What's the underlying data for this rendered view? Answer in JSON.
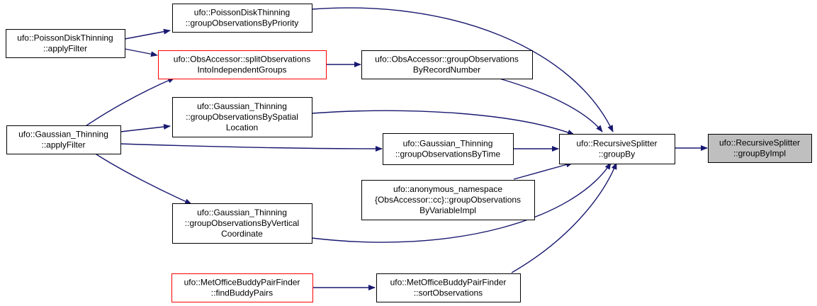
{
  "colors": {
    "edge": "#191970",
    "node_border": "#000000",
    "highlight_border": "#ff0000",
    "focus_fill": "#bfbfbf",
    "node_fill": "#ffffff"
  },
  "nodes": [
    {
      "id": "pdt_apply",
      "lines": [
        "ufo::PoissonDiskThinning",
        "::applyFilter"
      ],
      "style": "normal"
    },
    {
      "id": "pdt_group",
      "lines": [
        "ufo::PoissonDiskThinning",
        "::groupObservationsByPriority"
      ],
      "style": "normal"
    },
    {
      "id": "oa_split",
      "lines": [
        "ufo::ObsAccessor::splitObservations",
        "IntoIndependentGroups"
      ],
      "style": "highlight"
    },
    {
      "id": "oa_grouprec",
      "lines": [
        "ufo::ObsAccessor::groupObservations",
        "ByRecordNumber"
      ],
      "style": "normal"
    },
    {
      "id": "gt_apply",
      "lines": [
        "ufo::Gaussian_Thinning",
        "::applyFilter"
      ],
      "style": "normal"
    },
    {
      "id": "gt_spatial",
      "lines": [
        "ufo::Gaussian_Thinning",
        "::groupObservationsBySpatial",
        "Location"
      ],
      "style": "normal"
    },
    {
      "id": "gt_time",
      "lines": [
        "ufo::Gaussian_Thinning",
        "::groupObservationsByTime"
      ],
      "style": "normal"
    },
    {
      "id": "anon_var",
      "lines": [
        "ufo::anonymous_namespace",
        "{ObsAccessor::cc}::groupObservations",
        "ByVariableImpl"
      ],
      "style": "normal"
    },
    {
      "id": "gt_vert",
      "lines": [
        "ufo::Gaussian_Thinning",
        "::groupObservationsByVertical",
        "Coordinate"
      ],
      "style": "normal"
    },
    {
      "id": "mo_find",
      "lines": [
        "ufo::MetOfficeBuddyPairFinder",
        "::findBuddyPairs"
      ],
      "style": "highlight"
    },
    {
      "id": "mo_sort",
      "lines": [
        "ufo::MetOfficeBuddyPairFinder",
        "::sortObservations"
      ],
      "style": "normal"
    },
    {
      "id": "rs_groupby",
      "lines": [
        "ufo::RecursiveSplitter",
        "::groupBy"
      ],
      "style": "normal"
    },
    {
      "id": "rs_impl",
      "lines": [
        "ufo::RecursiveSplitter",
        "::groupByImpl"
      ],
      "style": "focus"
    }
  ]
}
